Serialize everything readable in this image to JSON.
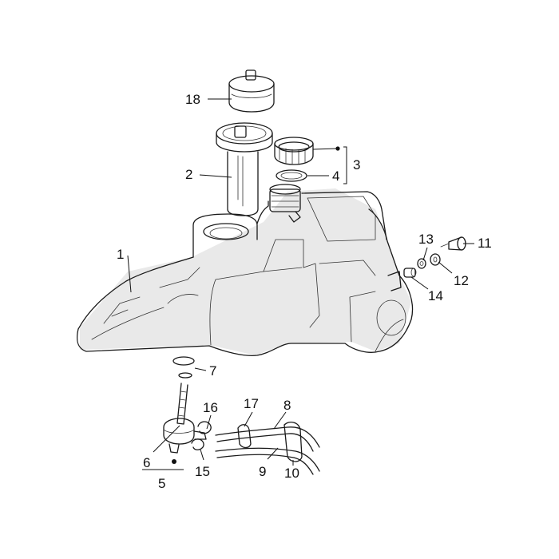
{
  "diagram": {
    "labels": [
      {
        "id": "p1",
        "text": "1"
      },
      {
        "id": "p2",
        "text": "2"
      },
      {
        "id": "p3",
        "text": "3"
      },
      {
        "id": "p4",
        "text": "4"
      },
      {
        "id": "p5",
        "text": "5"
      },
      {
        "id": "p6",
        "text": "6"
      },
      {
        "id": "p7",
        "text": "7"
      },
      {
        "id": "p8",
        "text": "8"
      },
      {
        "id": "p9",
        "text": "9"
      },
      {
        "id": "p10",
        "text": "10"
      },
      {
        "id": "p11",
        "text": "11"
      },
      {
        "id": "p12",
        "text": "12"
      },
      {
        "id": "p13",
        "text": "13"
      },
      {
        "id": "p14",
        "text": "14"
      },
      {
        "id": "p15",
        "text": "15"
      },
      {
        "id": "p16",
        "text": "16"
      },
      {
        "id": "p17",
        "text": "17"
      },
      {
        "id": "p18",
        "text": "18"
      }
    ],
    "colors": {
      "line": "#1a1a1a",
      "background": "#ffffff"
    }
  }
}
